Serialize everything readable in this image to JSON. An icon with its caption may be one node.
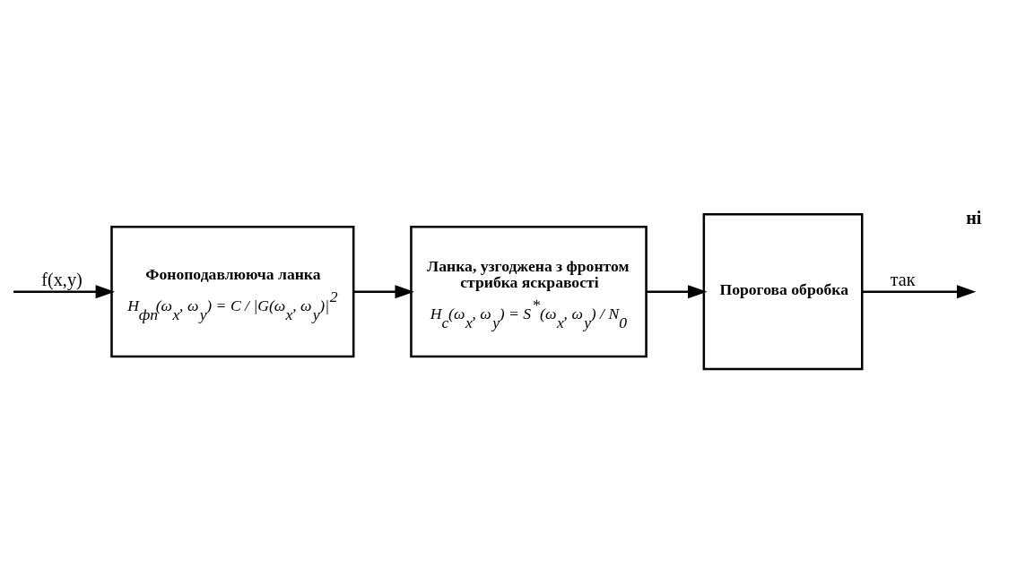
{
  "diagram": {
    "nodes": [
      {
        "text": [
          "Фоноподавлююча ланка",
          "H$_{фп}$(ω$_{x}$, ω$_{y}$) = C / |G(ω$_{x}$, ω$_{y}$)|$^{2}$"
        ]
      },
      {
        "text": [
          "Ланка, узгоджена з фронтом стрибка яскравості",
          "H$_{c}$(ω$_{x}$, ω$_{y}$) = S$^{*}$(ω$_{x}$, ω$_{y}$) / N$_{0}$"
        ]
      },
      {
        "text": [
          "Порогова обробка"
        ]
      }
    ],
    "edges": [
      {
        "from": null,
        "to": 0,
        "arrow": "to",
        "label": "f(x,y)"
      },
      {
        "from": 0,
        "to": 1,
        "arrow": "to"
      },
      {
        "from": 1,
        "to": 2,
        "arrow": "to"
      },
      {
        "from": 2,
        "to": null,
        "arrow": "to",
        "label": "так"
      }
    ],
    "labels": [
      "ні"
    ]
  }
}
